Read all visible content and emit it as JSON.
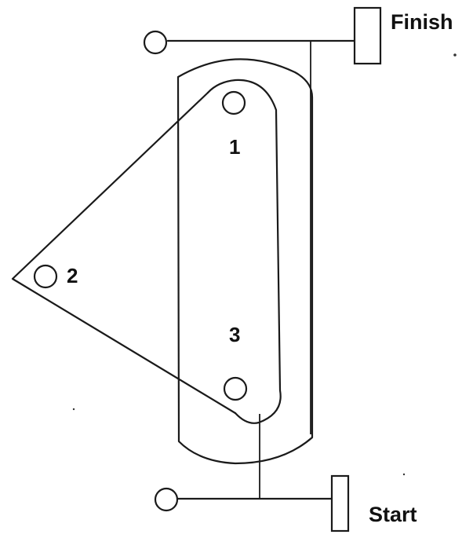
{
  "labels": {
    "finish": "Finish",
    "start": "Start",
    "cone_1": "1",
    "cone_2": "2",
    "cone_3": "3"
  },
  "colors": {
    "line": "#1a1a1a",
    "text": "#111111",
    "background": "#ffffff"
  }
}
